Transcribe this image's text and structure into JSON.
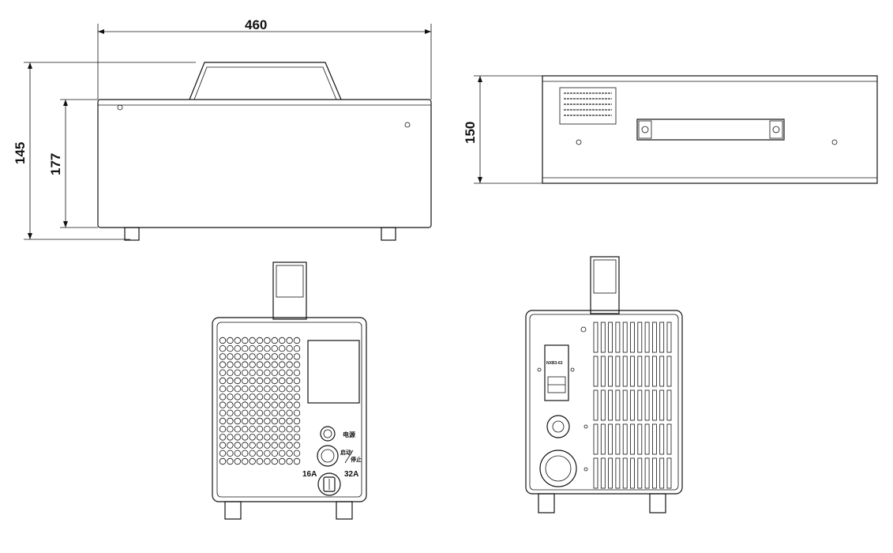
{
  "dimensions": {
    "width_top": "460",
    "height_outer": "145",
    "height_inner": "177",
    "depth_side": "150"
  },
  "front_panel": {
    "label_16a": "16A",
    "label_32a": "32A",
    "label_indicator": "电源",
    "label_start": "启动",
    "label_stop": "停止"
  },
  "rear_panel": {
    "breaker_label": "NXB3-63"
  }
}
